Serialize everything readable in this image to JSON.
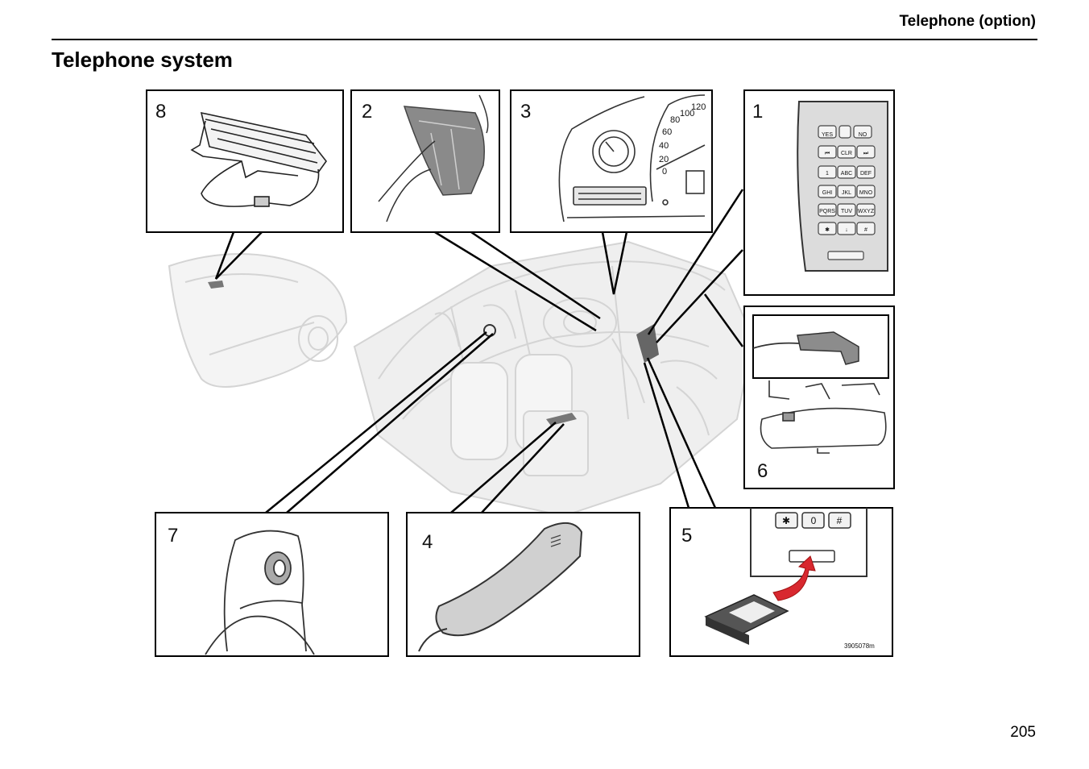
{
  "header": {
    "section_title": "Telephone (option)"
  },
  "page": {
    "title": "Telephone system",
    "number": "205"
  },
  "figure": {
    "panels": [
      {
        "number": "8"
      },
      {
        "number": "2"
      },
      {
        "number": "3"
      },
      {
        "number": "1"
      },
      {
        "number": "6"
      },
      {
        "number": "7"
      },
      {
        "number": "4"
      },
      {
        "number": "5"
      }
    ],
    "code": "3905078m",
    "keypad": {
      "yes": "YES",
      "no": "NO",
      "clr": "CLR",
      "rows": [
        [
          "1",
          "ABC",
          "DEF"
        ],
        [
          "GHI",
          "JKL",
          "MNO"
        ],
        [
          "PQRS",
          "TUV",
          "WXYZ"
        ],
        [
          "✱",
          "↓",
          "#"
        ]
      ]
    },
    "gauge_numbers": [
      "120",
      "100",
      "80",
      "60",
      "40",
      "20",
      "0"
    ],
    "slot_keys": [
      "✱",
      "0",
      "#"
    ]
  }
}
